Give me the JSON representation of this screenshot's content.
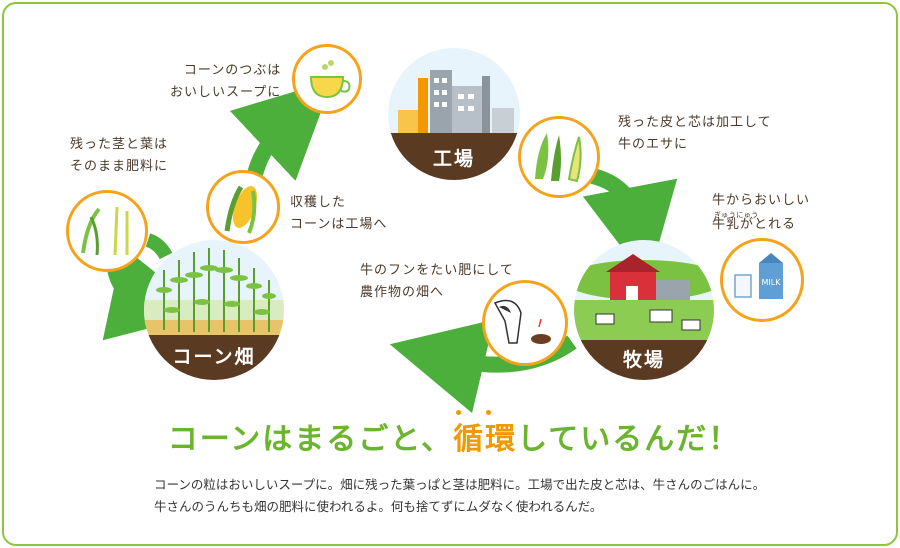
{
  "places": {
    "field": "コーン畑",
    "factory": "工場",
    "ranch": "牧場"
  },
  "labels": {
    "soup": "コーンのつぶは\nおいしいスープに",
    "stems": "残った茎と葉は\nそのまま肥料に",
    "harvest": "収穫した\nコーンは工場へ",
    "feed": "残った皮と芯は加工して\n牛のエサに",
    "milk_line1": "牛からおいしい",
    "milk_line2": "牛乳がとれる",
    "milk_ruby": "ぎゅうにゅう",
    "manure": "牛のフンをたい肥にして\n農作物の畑へ"
  },
  "headline": {
    "part1": "コーンはまるごと、",
    "highlight": "循環",
    "part2": "しているんだ！"
  },
  "body": {
    "line1": "コーンの粒はおいしいスープに。畑に残った葉っぱと茎は肥料に。工場で出た皮と芯は、牛さんのごはんに。",
    "line2": "牛さんのうんちも畑の肥料に使われるよ。何も捨てずにムダなく使われるんだ。"
  },
  "milk_carton_text": "MILK",
  "colors": {
    "border": "#8cc63f",
    "arrow": "#4cae3b",
    "circle_ring": "#f7a21b",
    "headline": "#6bb42e",
    "highlight": "#f39800",
    "ground": "#5b3a22"
  }
}
